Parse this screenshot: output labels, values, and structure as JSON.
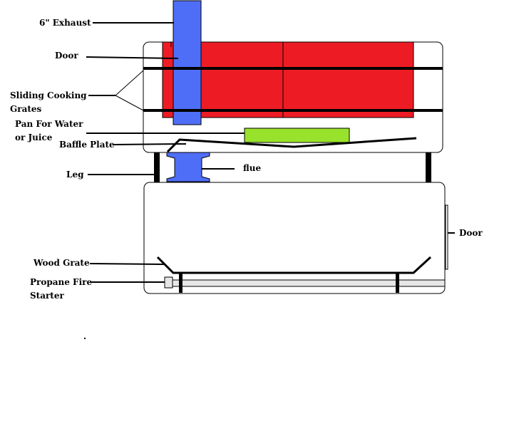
{
  "labels": {
    "exhaust": "6\" Exhaust",
    "door_top": "Door",
    "sliding_grates_line1": "Sliding Cooking",
    "sliding_grates_line2": "Grates",
    "pan_line1": "Pan For Water",
    "pan_line2": "or Juice",
    "baffle_plate": "Baffle Plate",
    "leg": "Leg",
    "flue": "flue",
    "door_right": "Door",
    "wood_grate": "Wood Grate",
    "propane_line1": "Propane Fire",
    "propane_line2": "Starter"
  },
  "colors": {
    "exhaust_pipe": "#4f6ef7",
    "cooking_area": "#ed1c24",
    "water_pan": "#99e22b",
    "outline": "#000000",
    "starter_pipe": "#e6e6e6"
  }
}
